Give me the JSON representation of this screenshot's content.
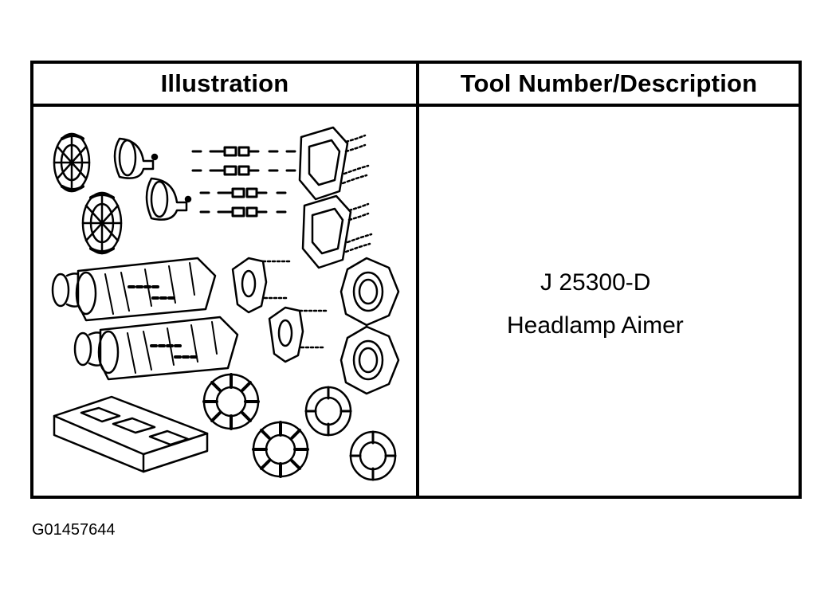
{
  "table": {
    "header_illustration": "Illustration",
    "header_description": "Tool Number/Description",
    "rows": [
      {
        "tool_number": "J 25300-D",
        "description": "Headlamp Aimer"
      }
    ]
  },
  "figure_id": "G01457644",
  "icons": [
    "headlamp-aimer-kit-illustration"
  ]
}
